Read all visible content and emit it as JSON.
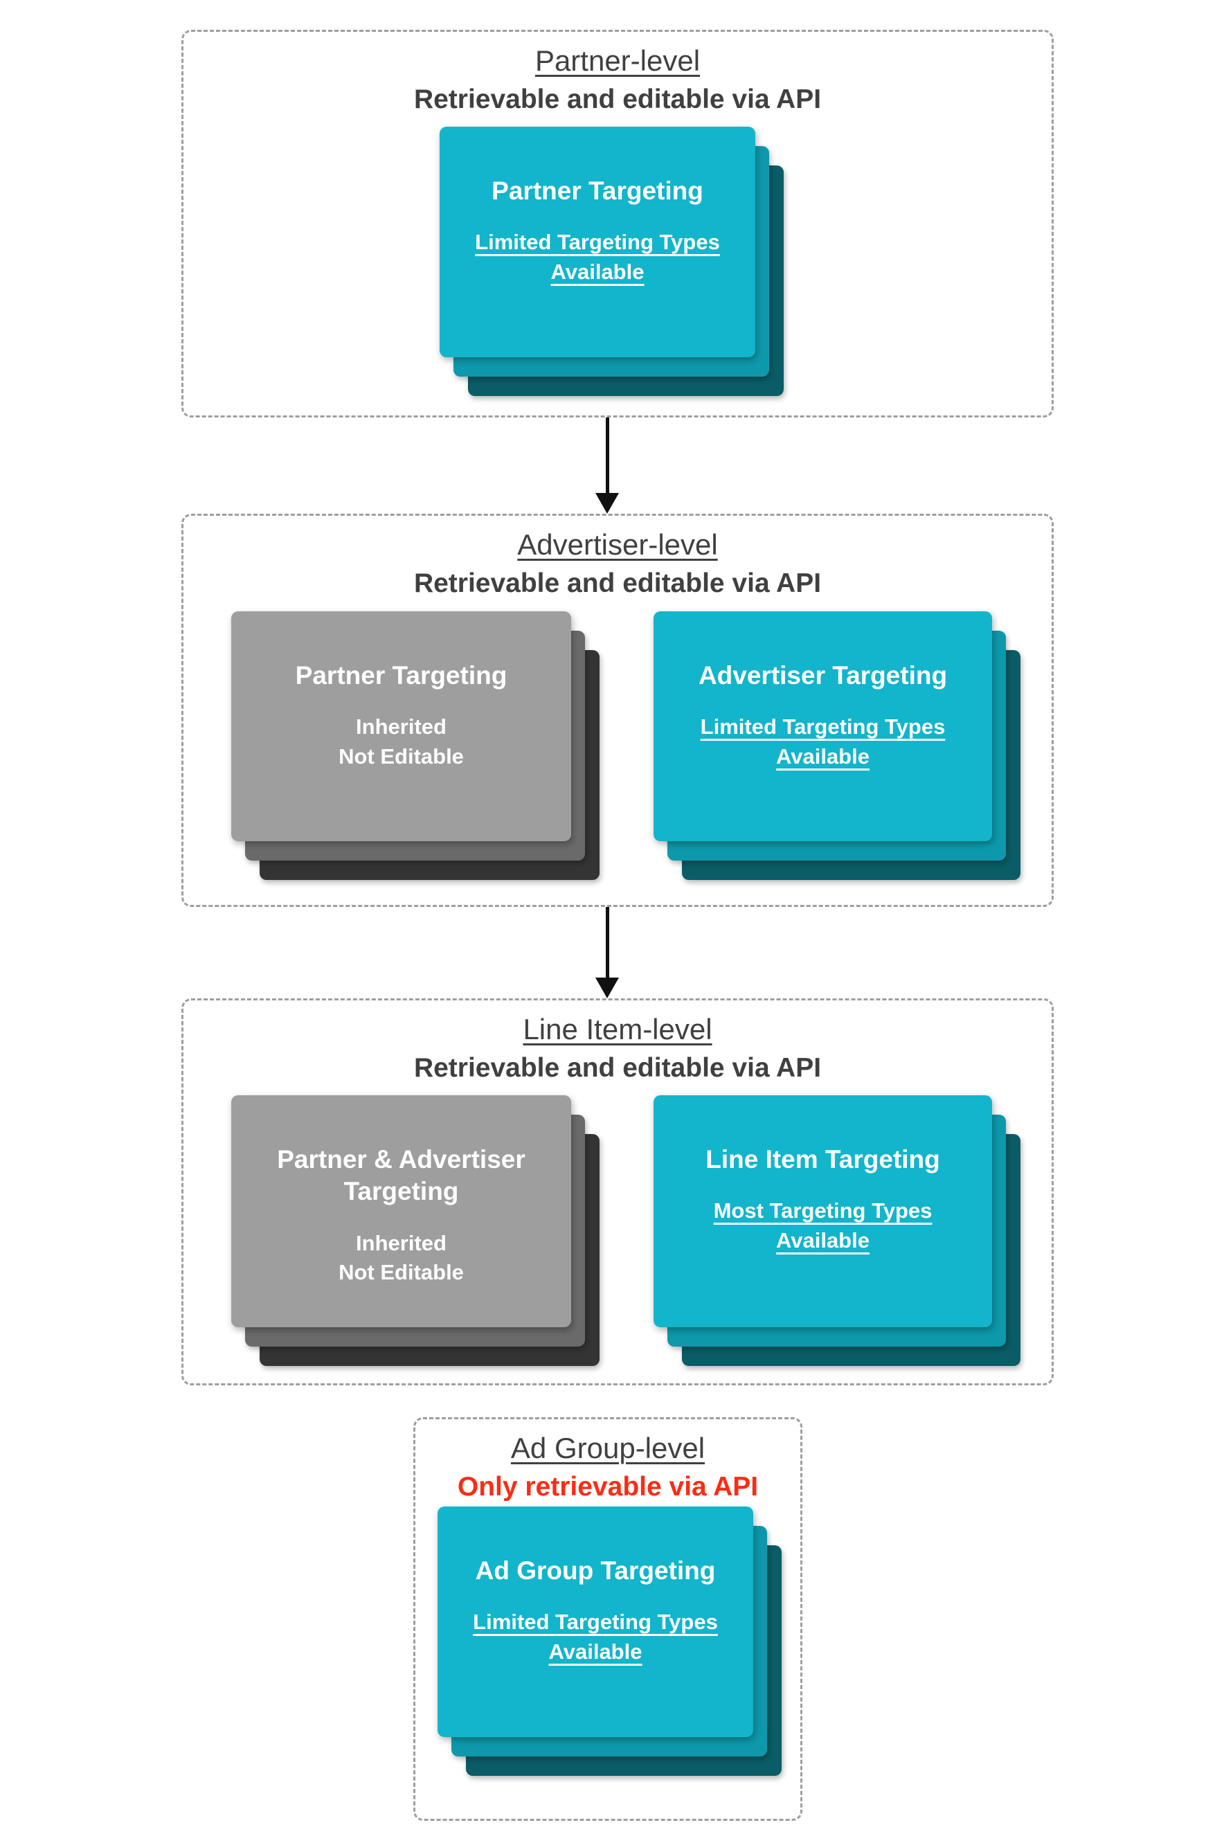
{
  "colors": {
    "teal_front": "#12B5CB",
    "teal_mid": "#0D99AB",
    "teal_back": "#0A5C66",
    "gray_front": "#9E9E9E",
    "gray_mid": "#6A6A6A",
    "gray_back": "#343434",
    "header_text": "#404040",
    "red_text": "#FA2D14",
    "dashed_border": "#9E9E9E",
    "card_text": "#FFFFFF",
    "arrow": "#111111"
  },
  "sections": [
    {
      "level_title": "Partner-level",
      "subtitle": "Retrievable and editable via API",
      "cards": [
        {
          "variant": "teal",
          "title": "Partner Targeting",
          "line1": "Limited Targeting Types",
          "line2": "Available"
        }
      ]
    },
    {
      "level_title": "Advertiser-level",
      "subtitle": "Retrievable and editable via API",
      "cards": [
        {
          "variant": "gray",
          "title": "Partner Targeting",
          "line1": "Inherited",
          "line2": "Not Editable"
        },
        {
          "variant": "teal",
          "title": "Advertiser Targeting",
          "line1": "Limited Targeting Types",
          "line2": "Available"
        }
      ]
    },
    {
      "level_title": "Line Item-level",
      "subtitle": "Retrievable and editable via API",
      "cards": [
        {
          "variant": "gray",
          "title": "Partner & Advertiser Targeting",
          "line1": "Inherited",
          "line2": "Not Editable"
        },
        {
          "variant": "teal",
          "title": "Line Item Targeting",
          "line1": "Most Targeting Types",
          "line2": "Available"
        }
      ]
    },
    {
      "level_title": "Ad Group-level",
      "subtitle": "Only retrievable via API",
      "cards": [
        {
          "variant": "teal",
          "title": "Ad Group Targeting",
          "line1": "Limited Targeting Types",
          "line2": "Available"
        }
      ]
    }
  ],
  "arrows": [
    {
      "from": "Partner-level",
      "to": "Advertiser-level"
    },
    {
      "from": "Advertiser-level",
      "to": "Line Item-level"
    }
  ]
}
